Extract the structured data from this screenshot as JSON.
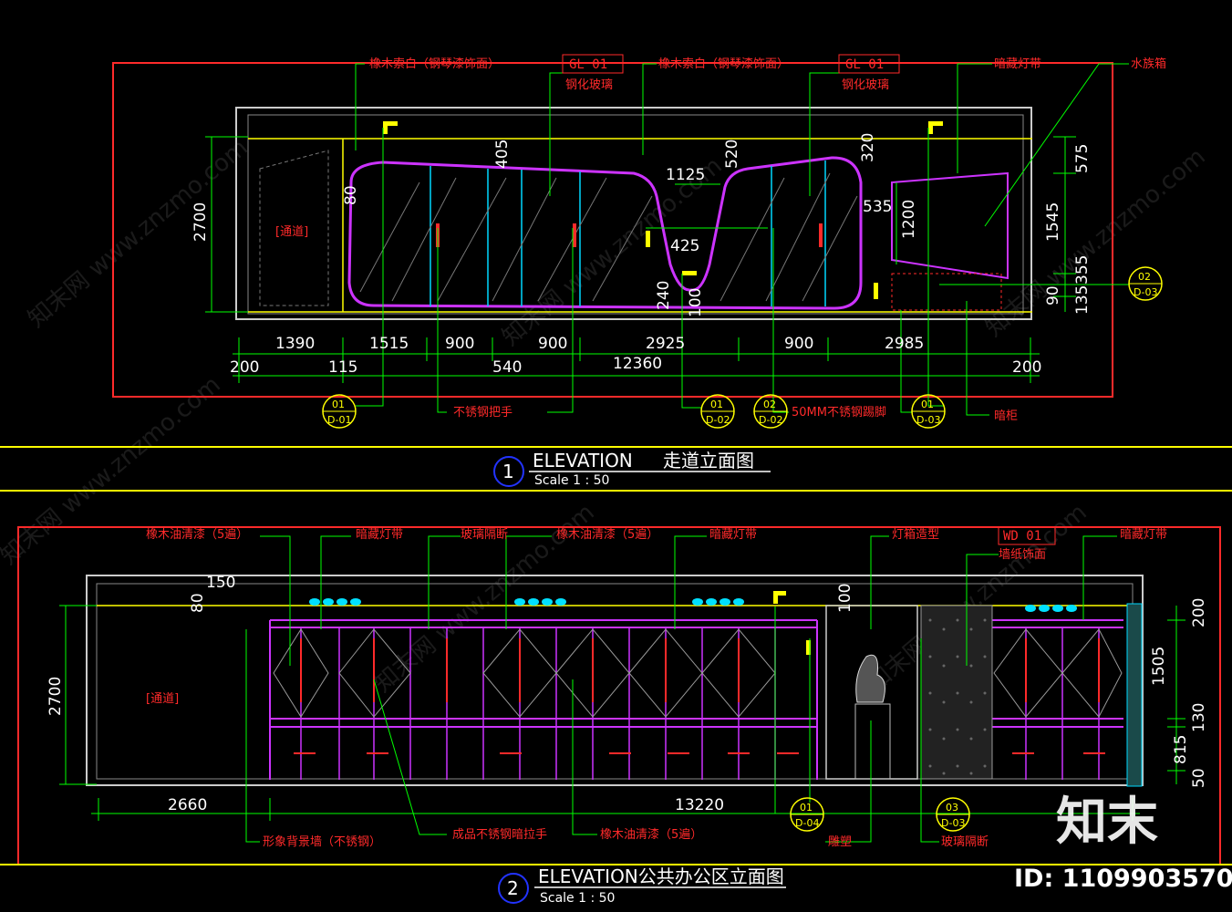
{
  "elevation1": {
    "title": "ELEVATION",
    "subtitle": "走道立面图",
    "scale": "Scale 1 : 50",
    "number": "1",
    "passage_label": "[通道]",
    "notes": {
      "wood_left": "橡木索白（钢琴漆饰面）",
      "wood_right": "橡木索白（钢琴漆饰面）",
      "gl_code_1": "GL 01",
      "gl_text_1": "钢化玻璃",
      "gl_code_2": "GL 01",
      "gl_text_2": "钢化玻璃",
      "hidden_light": "暗藏灯带",
      "water_tank": "水族箱",
      "handle": "不锈钢把手",
      "steel_foot": "50MM不锈钢踢脚",
      "cabinet": "暗柜"
    },
    "refs": [
      {
        "top": "01",
        "bottom": "D-01"
      },
      {
        "top": "01",
        "bottom": "D-02"
      },
      {
        "top": "02",
        "bottom": "D-02"
      },
      {
        "top": "01",
        "bottom": "D-03"
      },
      {
        "top": "02",
        "bottom": "D-03"
      }
    ],
    "dims_bottom_row1": [
      "1390",
      "1515",
      "900",
      "900",
      "2925",
      "900",
      "2985"
    ],
    "dims_bottom_row2": [
      "200",
      "115",
      "540",
      "12360",
      "200"
    ],
    "dims_internal": [
      "405",
      "520",
      "1125",
      "320",
      "80",
      "535",
      "425",
      "1200",
      "240",
      "100"
    ],
    "dims_right": [
      "575",
      "1545",
      "355",
      "90",
      "135"
    ],
    "height_left": "2700"
  },
  "elevation2": {
    "title": "ELEVATION公共办公区立面图",
    "scale": "Scale 1 : 50",
    "number": "2",
    "passage_label": "[通道]",
    "notes": {
      "oak_clear_1": "橡木油清漆（5遍）",
      "hidden_light_1": "暗藏灯带",
      "glass_divider": "玻璃隔断",
      "oak_clear_2": "橡木油清漆（5遍）",
      "hidden_light_2": "暗藏灯带",
      "lamp_box": "灯箱造型",
      "wd_code": "WD 01",
      "wd_text": "墙纸饰面",
      "hidden_light_3": "暗藏灯带",
      "image_wall": "形象背景墙（不锈钢）",
      "steel_pull": "成品不锈钢暗拉手",
      "oak_clear_3": "橡木油清漆（5遍）",
      "pedestal": "雕塑",
      "glass_partition": "玻璃隔断"
    },
    "refs": [
      {
        "top": "01",
        "bottom": "D-04"
      },
      {
        "top": "03",
        "bottom": "D-03"
      }
    ],
    "dims_bottom": [
      "2660",
      "13220"
    ],
    "dims_top": [
      "150",
      "80",
      "100"
    ],
    "dims_right": [
      "200",
      "1505",
      "130",
      "815",
      "50"
    ],
    "height_left": "2700"
  },
  "watermark": {
    "brand": "知末",
    "id_text": "ID: 1109903570",
    "ghost_text": "知末网 www.znzmo.com"
  },
  "colors": {
    "background": "#000000",
    "frame_red": "#ff2a2a",
    "dim_green": "#00ff00",
    "line_yellow": "#ffff00",
    "outline_white": "#ffffff",
    "magenta": "#cc33ff",
    "cyan": "#00d8ff",
    "blue_circle": "#2233ff"
  }
}
